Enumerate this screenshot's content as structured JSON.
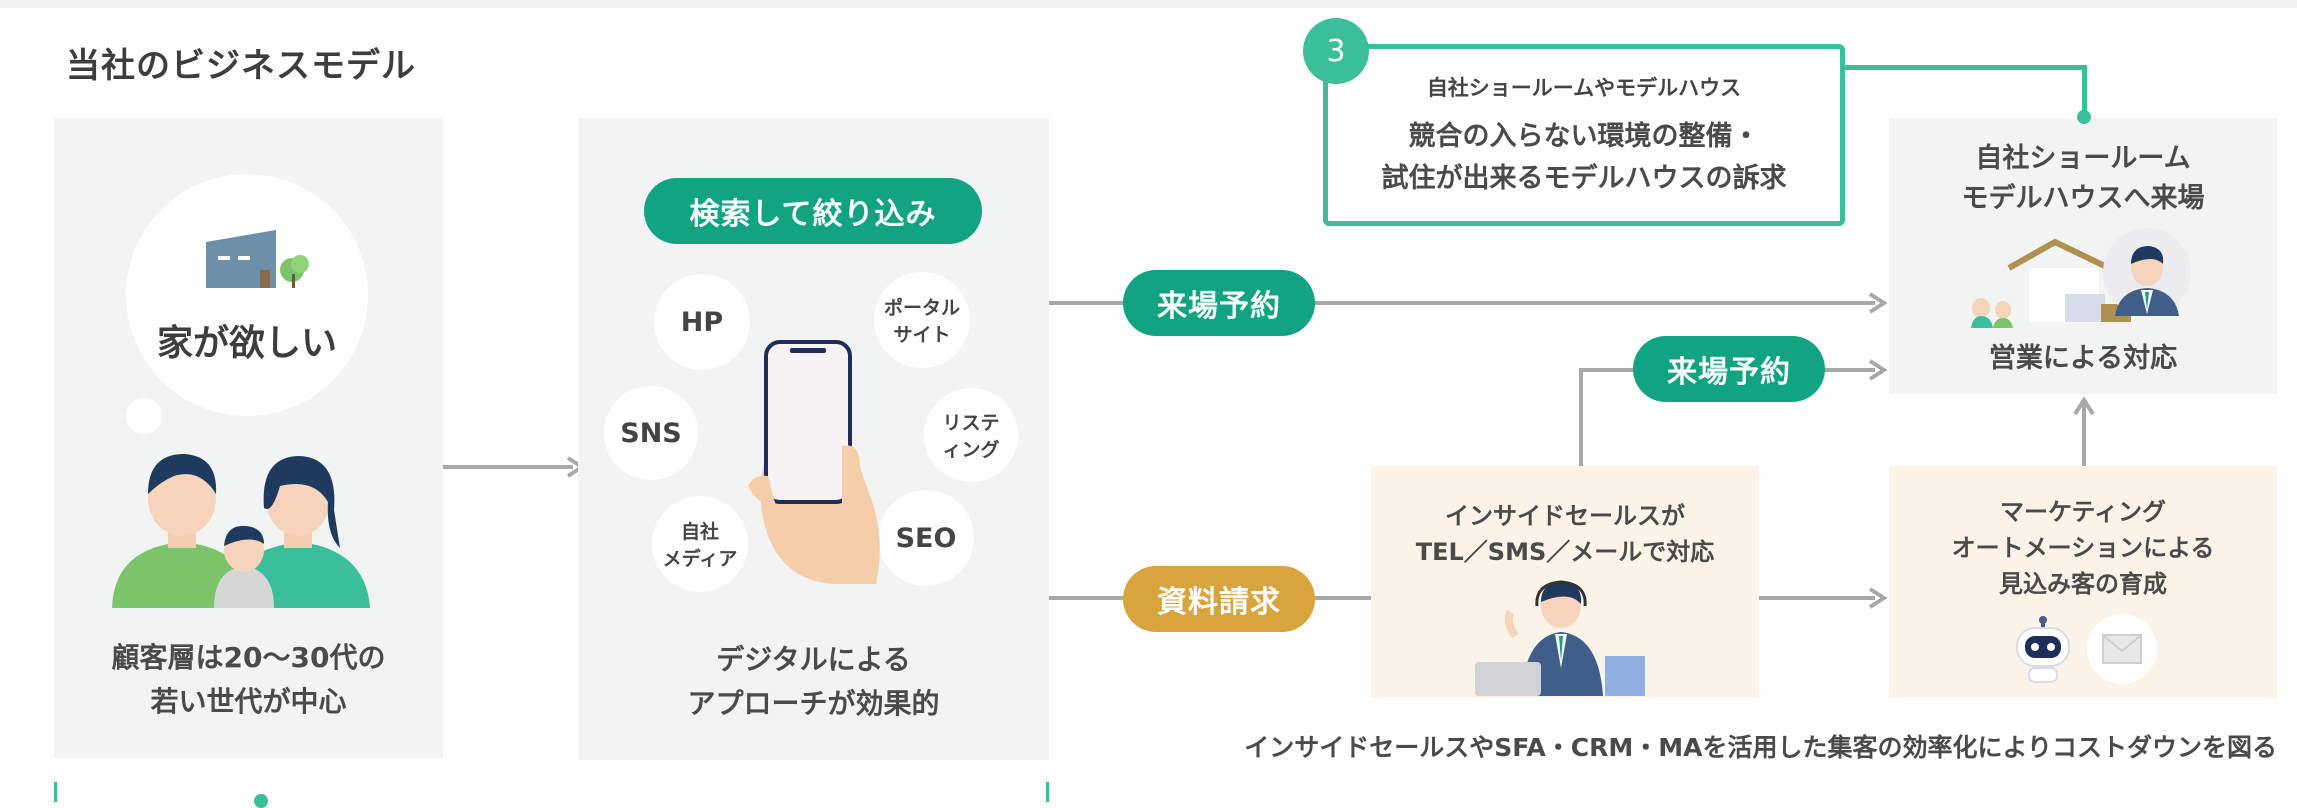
{
  "title": "当社のビジネスモデル",
  "panel1": {
    "bubble_text": "家が欲しい",
    "caption": [
      "顧客層は20〜30代の",
      "若い世代が中心"
    ]
  },
  "panel2": {
    "badge": "検索して絞り込み",
    "channels": {
      "hp": "HP",
      "portal": [
        "ポータル",
        "サイト"
      ],
      "sns": "SNS",
      "listing": [
        "リステ",
        "ィング"
      ],
      "media": [
        "自社",
        "メディア"
      ],
      "seo": "SEO"
    },
    "caption": [
      "デジタルによる",
      "アプローチが効果的"
    ]
  },
  "flow": {
    "reserve_top": "来場予約",
    "reserve_mid": "来場予約",
    "request_docs": "資料請求"
  },
  "callout": {
    "number": "3",
    "subtitle": "自社ショールームやモデルハウス",
    "lines": [
      "競合の入らない環境の整備・",
      "試住が出来るモデルハウスの訴求"
    ]
  },
  "showroom": {
    "title": [
      "自社ショールーム",
      "モデルハウスへ来場"
    ],
    "caption": "営業による対応"
  },
  "inside_sales": {
    "lines": [
      "インサイドセールスが",
      "TEL／SMS／メールで対応"
    ]
  },
  "marketing": {
    "lines": [
      "マーケティング",
      "オートメーションによる",
      "見込み客の育成"
    ]
  },
  "footer_note": "インサイドセールスやSFA・CRM・MAを活用した集客の効率化によりコストダウンを図る",
  "colors": {
    "green": "#12a383",
    "gold": "#d7a43e",
    "panel": "#f1f4f2",
    "warm_panel": "#fbf3e7",
    "arrow": "#a8a8a8"
  }
}
